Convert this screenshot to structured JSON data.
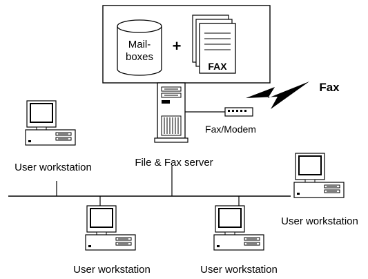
{
  "server_box": {
    "mailboxes_label_line1": "Mail-",
    "mailboxes_label_line2": "boxes",
    "plus_sign": "+",
    "fax_doc_label": "FAX"
  },
  "labels": {
    "fax": "Fax",
    "fax_modem": "Fax/Modem",
    "file_fax_server": "File & Fax server",
    "workstation_top_left": "User workstation",
    "workstation_right": "User workstation",
    "workstation_bottom_left": "User workstation",
    "workstation_bottom_right": "User workstation"
  }
}
